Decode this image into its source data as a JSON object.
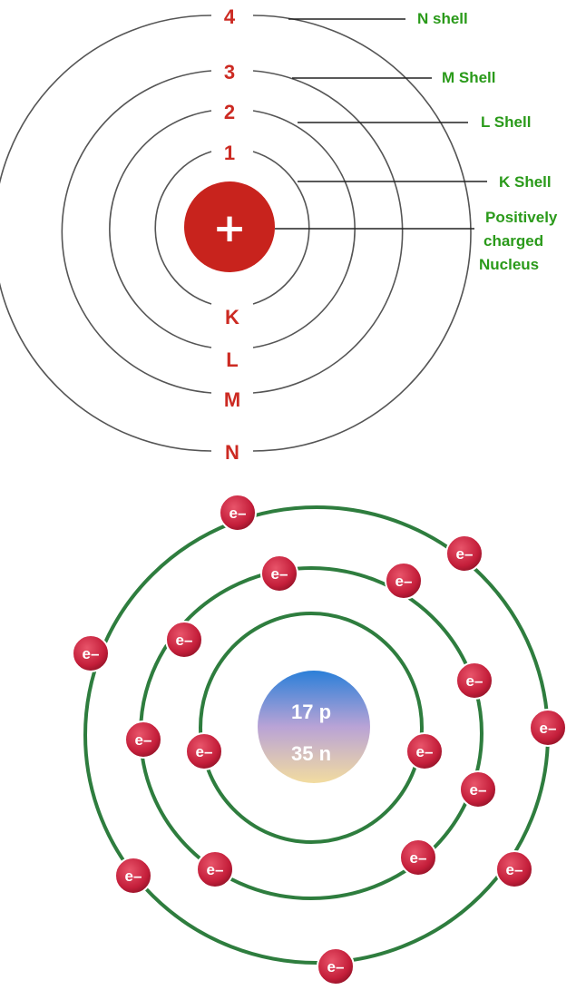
{
  "colors": {
    "shell_label": "#cc2a22",
    "callout": "#2a9a1a",
    "nucleus": "#c8231d",
    "orbit_top": "#555555",
    "orbit_bottom": "#2e7d3e",
    "electron": "#c41e3a",
    "nucleus_text": "#ffffff"
  },
  "top_diagram": {
    "shell_numbers": [
      "1",
      "2",
      "3",
      "4"
    ],
    "shell_letters": [
      "K",
      "L",
      "M",
      "N"
    ],
    "nucleus_symbol": "+",
    "callouts": {
      "n_shell": "N shell",
      "m_shell": "M Shell",
      "l_shell": "L Shell",
      "k_shell": "K Shell",
      "nucleus_line1": "Positively",
      "nucleus_line2": "charged",
      "nucleus_line3": "Nucleus"
    }
  },
  "bottom_diagram": {
    "nucleus_protons": "17 p",
    "nucleus_neutrons": "35 n",
    "electron_label": "e–",
    "shell_electron_counts": [
      2,
      8,
      7
    ]
  }
}
